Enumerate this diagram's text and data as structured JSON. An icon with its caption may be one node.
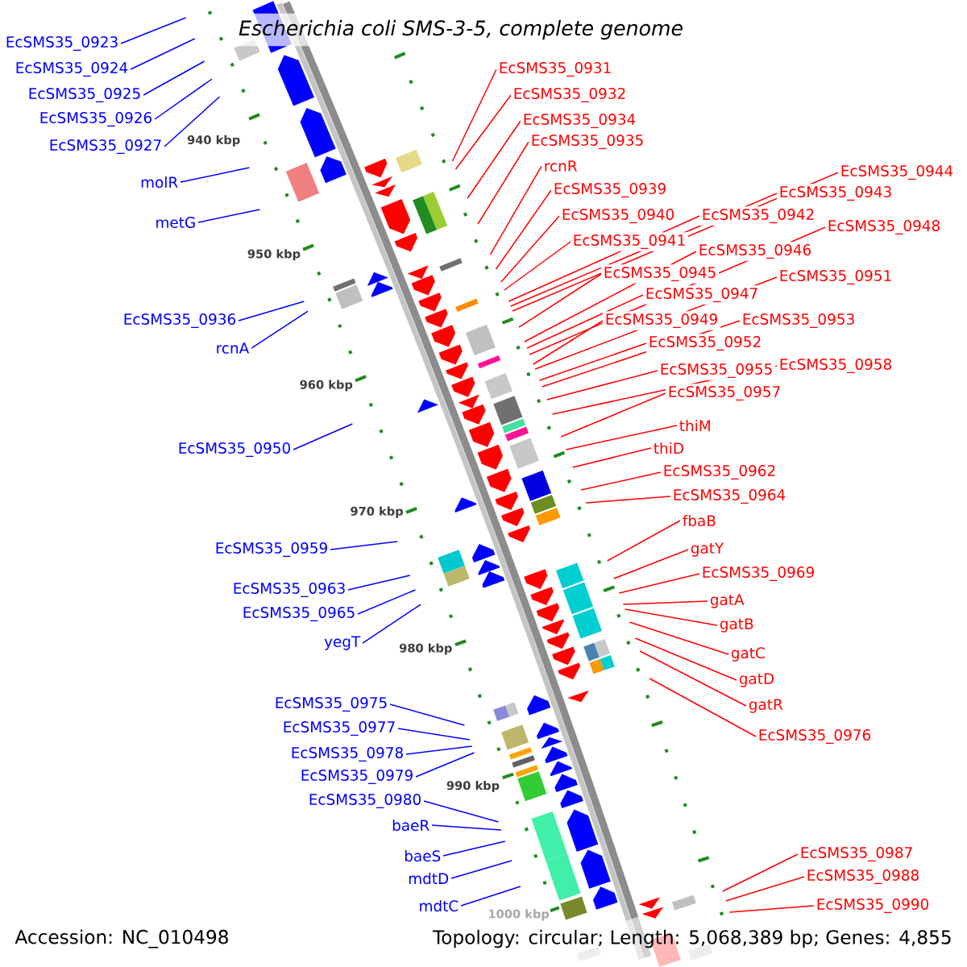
{
  "diagram": {
    "title": "Escherichia coli SMS-3-5, complete genome",
    "nodes": [
      {
        "text": [
          "EcSMS35_0923"
        ]
      },
      {
        "text": [
          "EcSMS35_0924"
        ]
      },
      {
        "text": [
          "EcSMS35_0925"
        ]
      },
      {
        "text": [
          "EcSMS35_0926"
        ]
      },
      {
        "text": [
          "EcSMS35_0927"
        ]
      },
      {
        "text": [
          "molR"
        ]
      },
      {
        "text": [
          "metG"
        ]
      },
      {
        "text": [
          "EcSMS35_0936"
        ]
      },
      {
        "text": [
          "rcnA"
        ]
      },
      {
        "text": [
          "EcSMS35_0950"
        ]
      },
      {
        "text": [
          "EcSMS35_0959"
        ]
      },
      {
        "text": [
          "EcSMS35_0963"
        ]
      },
      {
        "text": [
          "EcSMS35_0965"
        ]
      },
      {
        "text": [
          "yegT"
        ]
      },
      {
        "text": [
          "EcSMS35_0975"
        ]
      },
      {
        "text": [
          "EcSMS35_0977"
        ]
      },
      {
        "text": [
          "EcSMS35_0978"
        ]
      },
      {
        "text": [
          "EcSMS35_0979"
        ]
      },
      {
        "text": [
          "EcSMS35_0980"
        ]
      },
      {
        "text": [
          "baeR"
        ]
      },
      {
        "text": [
          "baeS"
        ]
      },
      {
        "text": [
          "mdtD"
        ]
      },
      {
        "text": [
          "mdtC"
        ]
      },
      {
        "text": [
          "EcSMS35_0931"
        ]
      },
      {
        "text": [
          "EcSMS35_0932"
        ]
      },
      {
        "text": [
          "EcSMS35_0934"
        ]
      },
      {
        "text": [
          "EcSMS35_0935"
        ]
      },
      {
        "text": [
          "rcnR"
        ]
      },
      {
        "text": [
          "EcSMS35_0939"
        ]
      },
      {
        "text": [
          "EcSMS35_0940"
        ]
      },
      {
        "text": [
          "EcSMS35_0941"
        ]
      },
      {
        "text": [
          "EcSMS35_0942"
        ]
      },
      {
        "text": [
          "EcSMS35_0943"
        ]
      },
      {
        "text": [
          "EcSMS35_0944"
        ]
      },
      {
        "text": [
          "EcSMS35_0945"
        ]
      },
      {
        "text": [
          "EcSMS35_0946"
        ]
      },
      {
        "text": [
          "EcSMS35_0947"
        ]
      },
      {
        "text": [
          "EcSMS35_0948"
        ]
      },
      {
        "text": [
          "EcSMS35_0949"
        ]
      },
      {
        "text": [
          "EcSMS35_0951"
        ]
      },
      {
        "text": [
          "EcSMS35_0952"
        ]
      },
      {
        "text": [
          "EcSMS35_0953"
        ]
      },
      {
        "text": [
          "EcSMS35_0955"
        ]
      },
      {
        "text": [
          "EcSMS35_0957"
        ]
      },
      {
        "text": [
          "EcSMS35_0958"
        ]
      },
      {
        "text": [
          "thiM"
        ]
      },
      {
        "text": [
          "thiD"
        ]
      },
      {
        "text": [
          "EcSMS35_0962"
        ]
      },
      {
        "text": [
          "EcSMS35_0964"
        ]
      },
      {
        "text": [
          "fbaB"
        ]
      },
      {
        "text": [
          "gatY"
        ]
      },
      {
        "text": [
          "EcSMS35_0969"
        ]
      },
      {
        "text": [
          "gatA"
        ]
      },
      {
        "text": [
          "gatB"
        ]
      },
      {
        "text": [
          "gatC"
        ]
      },
      {
        "text": [
          "gatD"
        ]
      },
      {
        "text": [
          "gatR"
        ]
      },
      {
        "text": [
          "EcSMS35_0976"
        ]
      },
      {
        "text": [
          "EcSMS35_0987"
        ]
      },
      {
        "text": [
          "EcSMS35_0988"
        ]
      },
      {
        "text": [
          "EcSMS35_0990"
        ]
      }
    ],
    "edges": [
      {
        "from": 0,
        "to": null,
        "arrow": "none",
        "color": "#0000ff"
      },
      {
        "from": 1,
        "to": null,
        "arrow": "none",
        "color": "#0000ff"
      },
      {
        "from": 2,
        "to": null,
        "arrow": "none",
        "color": "#0000ff"
      },
      {
        "from": 3,
        "to": null,
        "arrow": "none",
        "color": "#0000ff"
      },
      {
        "from": 4,
        "to": null,
        "arrow": "none",
        "color": "#0000ff"
      },
      {
        "from": 5,
        "to": null,
        "arrow": "none",
        "color": "#0000ff"
      },
      {
        "from": 6,
        "to": null,
        "arrow": "none",
        "color": "#0000ff"
      },
      {
        "from": 7,
        "to": null,
        "arrow": "none",
        "color": "#0000ff"
      },
      {
        "from": 8,
        "to": null,
        "arrow": "none",
        "color": "#0000ff"
      },
      {
        "from": 9,
        "to": null,
        "arrow": "none",
        "color": "#0000ff"
      },
      {
        "from": 10,
        "to": null,
        "arrow": "none",
        "color": "#0000ff"
      },
      {
        "from": 11,
        "to": null,
        "arrow": "none",
        "color": "#0000ff"
      },
      {
        "from": 12,
        "to": null,
        "arrow": "none",
        "color": "#0000ff"
      },
      {
        "from": 13,
        "to": null,
        "arrow": "none",
        "color": "#0000ff"
      },
      {
        "from": 14,
        "to": null,
        "arrow": "none",
        "color": "#0000ff"
      },
      {
        "from": 15,
        "to": null,
        "arrow": "none",
        "color": "#0000ff"
      },
      {
        "from": 16,
        "to": null,
        "arrow": "none",
        "color": "#0000ff"
      },
      {
        "from": 17,
        "to": null,
        "arrow": "none",
        "color": "#0000ff"
      },
      {
        "from": 18,
        "to": null,
        "arrow": "none",
        "color": "#0000ff"
      },
      {
        "from": 19,
        "to": null,
        "arrow": "none",
        "color": "#0000ff"
      },
      {
        "from": 20,
        "to": null,
        "arrow": "none",
        "color": "#0000ff"
      },
      {
        "from": 21,
        "to": null,
        "arrow": "none",
        "color": "#0000ff"
      },
      {
        "from": 22,
        "to": null,
        "arrow": "none",
        "color": "#0000ff"
      },
      {
        "from": 23,
        "to": null,
        "arrow": "none"
      },
      {
        "from": 24,
        "to": null,
        "arrow": "none"
      },
      {
        "from": 25,
        "to": null,
        "arrow": "none"
      },
      {
        "from": 26,
        "to": null,
        "arrow": "none"
      },
      {
        "from": 27,
        "to": null,
        "arrow": "none"
      },
      {
        "from": 28,
        "to": null,
        "arrow": "none"
      },
      {
        "from": 29,
        "to": null,
        "arrow": "none"
      },
      {
        "from": 30,
        "to": null,
        "arrow": "none"
      },
      {
        "from": 31,
        "to": null,
        "arrow": "none"
      },
      {
        "from": 32,
        "to": null,
        "arrow": "none"
      },
      {
        "from": 33,
        "to": null,
        "arrow": "none"
      },
      {
        "from": 34,
        "to": null,
        "arrow": "none"
      },
      {
        "from": 35,
        "to": null,
        "arrow": "none"
      },
      {
        "from": 36,
        "to": null,
        "arrow": "none"
      },
      {
        "from": 37,
        "to": null,
        "arrow": "none"
      },
      {
        "from": 38,
        "to": null,
        "arrow": "none"
      },
      {
        "from": 39,
        "to": null,
        "arrow": "none"
      },
      {
        "from": 40,
        "to": null,
        "arrow": "none"
      },
      {
        "from": 41,
        "to": null,
        "arrow": "none"
      },
      {
        "from": 42,
        "to": null,
        "arrow": "none"
      },
      {
        "from": 43,
        "to": null,
        "arrow": "none"
      },
      {
        "from": 44,
        "to": null,
        "arrow": "none"
      },
      {
        "from": 45,
        "to": null,
        "arrow": "none"
      },
      {
        "from": 46,
        "to": null,
        "arrow": "none"
      },
      {
        "from": 47,
        "to": null,
        "arrow": "none"
      },
      {
        "from": 48,
        "to": null,
        "arrow": "none"
      },
      {
        "from": 49,
        "to": null,
        "arrow": "none"
      },
      {
        "from": 50,
        "to": null,
        "arrow": "none"
      },
      {
        "from": 51,
        "to": null,
        "arrow": "none"
      },
      {
        "from": 52,
        "to": null,
        "arrow": "none"
      },
      {
        "from": 53,
        "to": null,
        "arrow": "none"
      },
      {
        "from": 54,
        "to": null,
        "arrow": "none"
      },
      {
        "from": 55,
        "to": null,
        "arrow": "none"
      },
      {
        "from": 56,
        "to": null,
        "arrow": "none"
      },
      {
        "from": 57,
        "to": null,
        "arrow": "none"
      },
      {
        "from": 58,
        "to": null,
        "arrow": "none"
      },
      {
        "from": 59,
        "to": null,
        "arrow": "none"
      },
      {
        "from": 60,
        "to": null,
        "arrow": "none"
      }
    ],
    "labels": [
      "940 kbp",
      "950 kbp",
      "960 kbp",
      "970 kbp",
      "980 kbp",
      "990 kbp",
      "1000 kbp",
      "Accession: NC_010498",
      "Topology: circular; Length: 5,068,389 bp; Genes: 4,855"
    ]
  }
}
